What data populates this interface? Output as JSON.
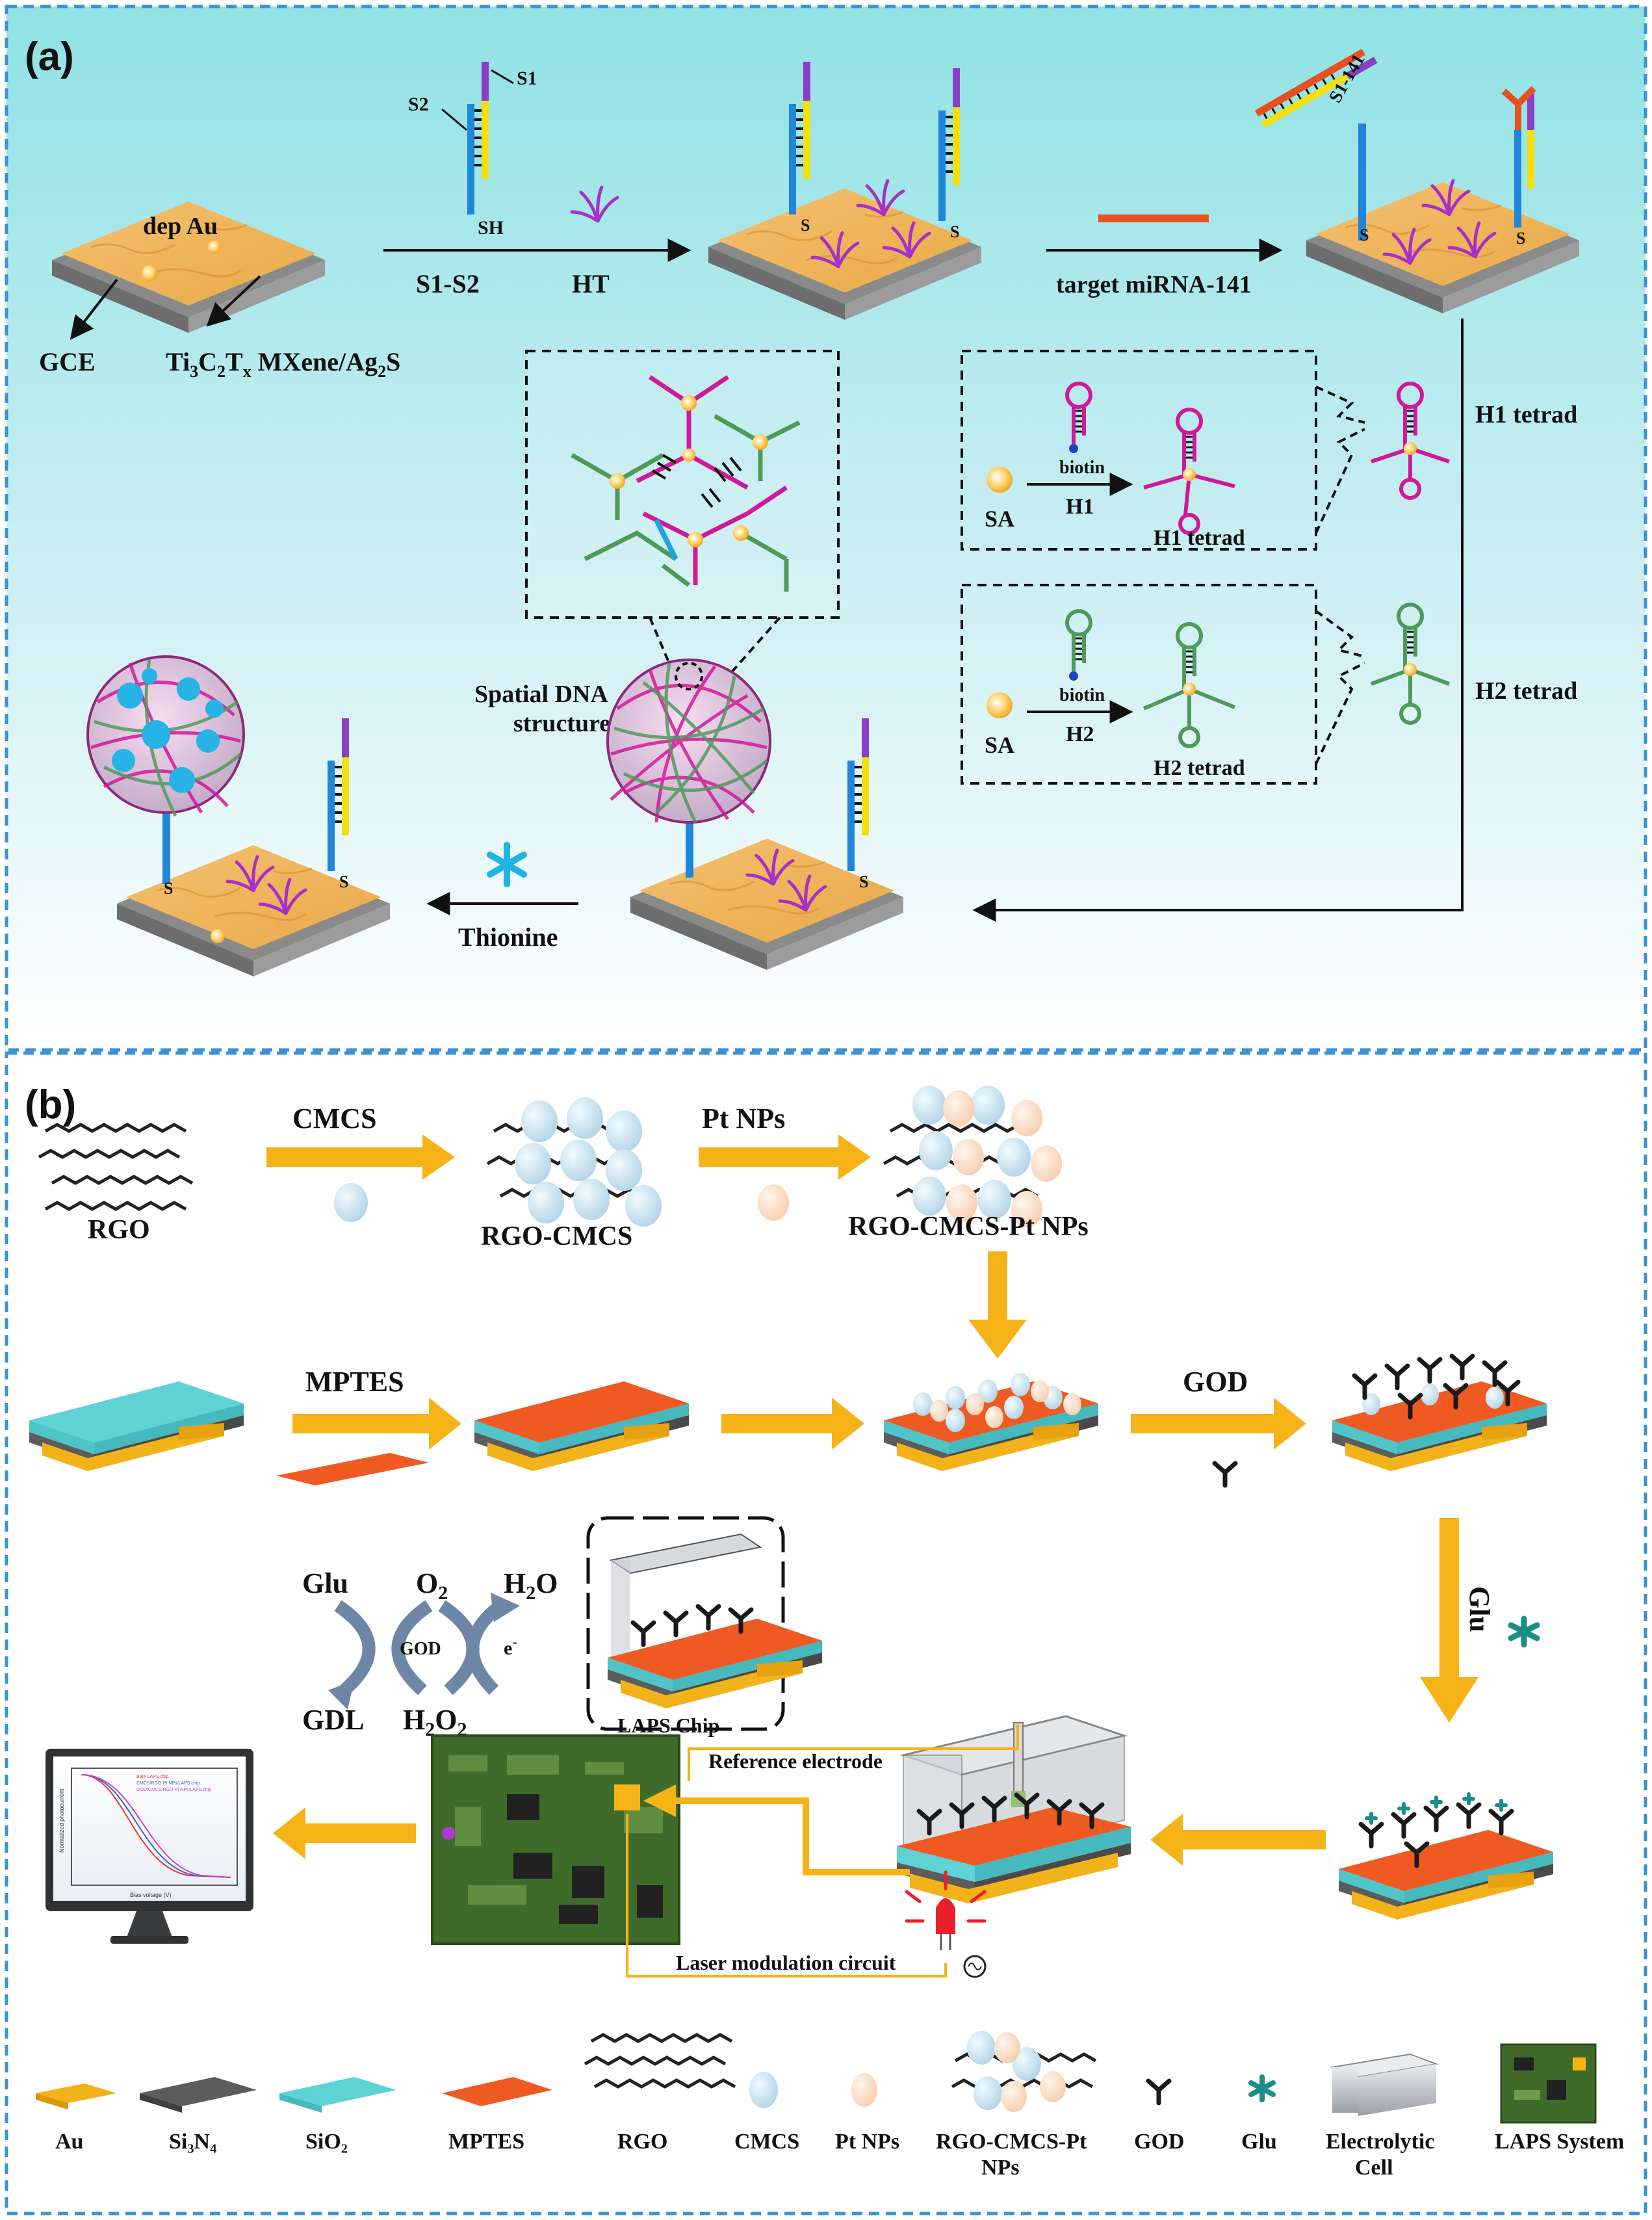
{
  "panel_a": {
    "label": "(a)",
    "dep_au": "dep Au",
    "gce": "GCE",
    "mxene_prefix": "Ti",
    "mxene_c": "C",
    "mxene_t": "T",
    "mxene_suffix": " MXene/Ag",
    "mxene_s": "S",
    "sub_3": "3",
    "sub_2": "2",
    "sub_x": "x",
    "s1": "S1",
    "s2": "S2",
    "sh": "SH",
    "s": "S",
    "s1_s2": "S1-S2",
    "ht": "HT",
    "s1_141": "S1-141",
    "target": "target miRNA-141",
    "h1_tetrad": "H1 tetrad",
    "h2_tetrad": "H2 tetrad",
    "sa": "SA",
    "biotin": "biotin",
    "h1": "H1",
    "h2": "H2",
    "spatial_1": "Spatial DNA",
    "spatial_2": "structure",
    "thionine": "Thionine"
  },
  "panel_b": {
    "label": "(b)",
    "cmcs": "CMCS",
    "pt_nps": "Pt NPs",
    "rgo": "RGO",
    "rgo_cmcs": "RGO-CMCS",
    "rgo_cmcs_pt": "RGO-CMCS-Pt NPs",
    "mptes": "MPTES",
    "god": "GOD",
    "glu": "Glu",
    "o2": "O",
    "h2o_h": "H",
    "h2o_o": "O",
    "gdl": "GDL",
    "h2o2": "H",
    "h2o2_o": "O",
    "sub_2": "2",
    "e": "e",
    "e_sup": "-",
    "cycle_god": "GOD",
    "laps_chip": "LAPS Chip",
    "ref_electrode": "Reference electrode",
    "laser": "Laser modulation circuit",
    "plot_ylabel": "Normalized photocurrent",
    "plot_xlabel": "Bias voltage (V)",
    "plot_legend": [
      "Bare LAPS chip",
      "CMCS/RGO-Pt NPs/LAPS chip",
      "GOD/CMCS/RGO-Pt NPs/LAPS chip"
    ]
  },
  "legend": {
    "au": "Au",
    "si3n4": "Si₃N₄",
    "sio2": "SiO₂",
    "mptes": "MPTES",
    "rgo": "RGO",
    "cmcs": "CMCS",
    "pt_nps": "Pt NPs",
    "rgo_cmcs_pt_1": "RGO-CMCS-Pt",
    "rgo_cmcs_pt_2": "NPs",
    "god": "GOD",
    "glu": "Glu",
    "cell_1": "Electrolytic",
    "cell_2": "Cell",
    "laps": "LAPS System"
  },
  "colors": {
    "au": "#f2b21a",
    "si3n4": "#5c5c5c",
    "sio2": "#5fd2d6",
    "mptes": "#ee5a22",
    "arrow": "#f6b318",
    "frame": "#3a92d6",
    "magenta": "#d0199a",
    "green": "#4e9a5a",
    "cyan": "#1fa3e0"
  }
}
